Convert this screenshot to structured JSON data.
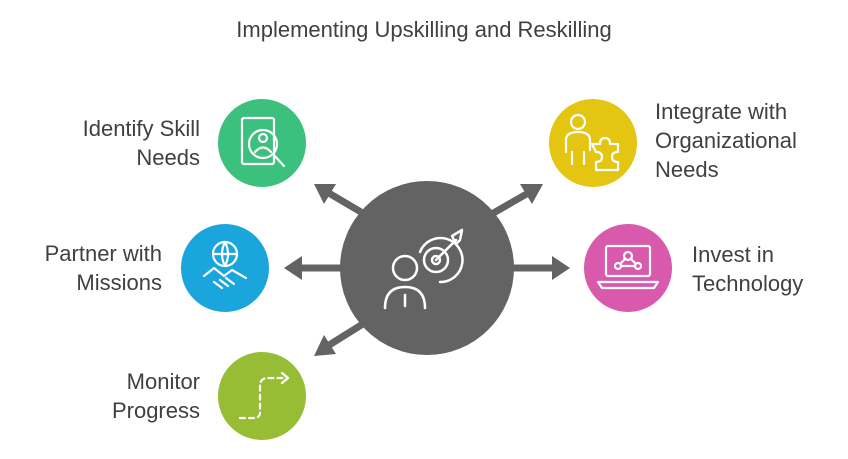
{
  "title": "Implementing Upskilling and Reskilling",
  "center": {
    "icon": "person-target-icon",
    "color": "#636363"
  },
  "items": [
    {
      "label": "Identify Skill\nNeeds",
      "icon": "document-magnifier-person-icon",
      "color": "#3cc07e"
    },
    {
      "label": "Partner with\nMissions",
      "icon": "globe-handshake-icon",
      "color": "#1aa6dd"
    },
    {
      "label": "Monitor\nProgress",
      "icon": "dashed-path-arrow-icon",
      "color": "#97bd34"
    },
    {
      "label": "Integrate with\nOrganizational\nNeeds",
      "icon": "person-puzzle-icon",
      "color": "#e3c512"
    },
    {
      "label": "Invest in\nTechnology",
      "icon": "laptop-network-icon",
      "color": "#d95aad"
    }
  ]
}
